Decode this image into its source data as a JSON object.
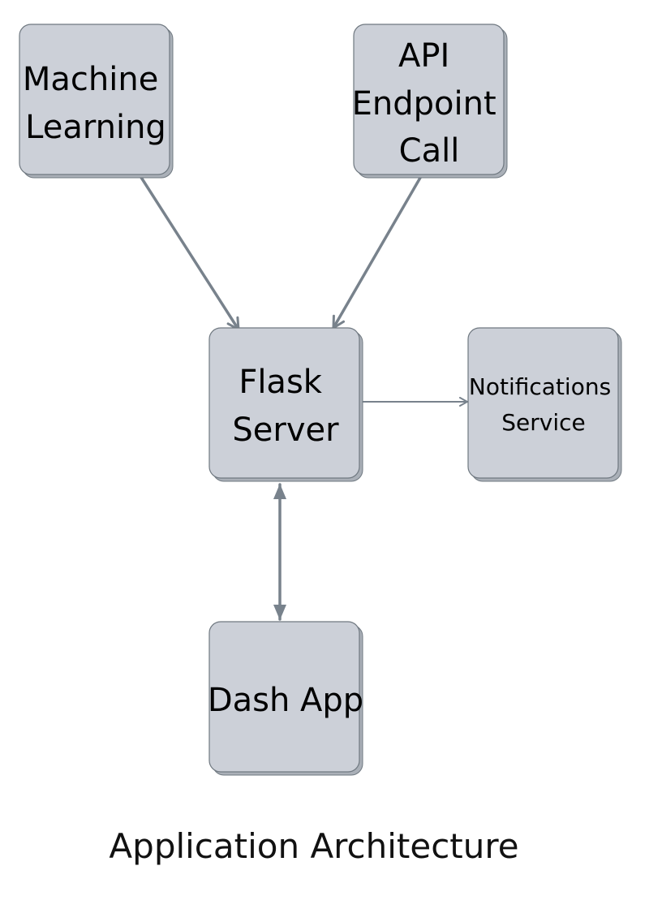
{
  "title": "Application Architecture",
  "colors": {
    "box_fill": "#ccd0d8",
    "box_stroke": "#6f7880",
    "arrow": "#78828c"
  },
  "nodes": {
    "ml": {
      "lines": [
        "Machine",
        "Learning"
      ]
    },
    "api": {
      "lines": [
        "API",
        "Endpoint",
        "Call"
      ]
    },
    "flask": {
      "lines": [
        "Flask",
        "Server"
      ]
    },
    "notif": {
      "lines": [
        "Notifications",
        "Service"
      ]
    },
    "dash": {
      "lines": [
        "Dash App"
      ]
    }
  },
  "edges": [
    {
      "from": "ml",
      "to": "flask",
      "direction": "forward"
    },
    {
      "from": "api",
      "to": "flask",
      "direction": "forward"
    },
    {
      "from": "flask",
      "to": "notif",
      "direction": "forward"
    },
    {
      "from": "flask",
      "to": "dash",
      "direction": "both"
    }
  ]
}
